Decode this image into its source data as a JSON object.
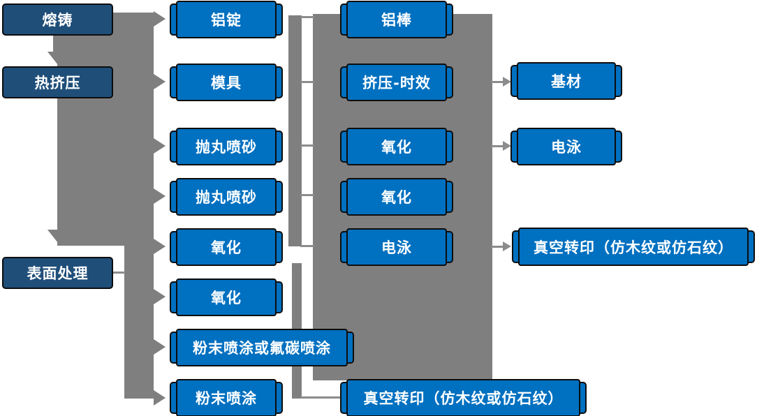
{
  "diagram": {
    "type": "flowchart",
    "subject": "aluminum-profile-production-process",
    "colors": {
      "stage_box": "#1F4E79",
      "process_box": "#0070C0",
      "connector": "#7F7F7F",
      "box_border": "#0D0D0D",
      "text": "#FFFFFF",
      "background": "#FFFFFF"
    },
    "nodes": {
      "melt_cast": "熔铸",
      "hot_extrusion": "热挤压",
      "surface_treatment": "表面处理",
      "al_ingot": "铝锭",
      "mold": "模具",
      "shot_blast_1": "抛丸喷砂",
      "shot_blast_2": "抛丸喷砂",
      "oxidation_1": "氧化",
      "oxidation_2": "氧化",
      "powder_or_fluorocarbon": "粉末喷涂或氟碳喷涂",
      "powder_coating": "粉末喷涂",
      "al_rod": "铝棒",
      "extrusion_aging": "挤压-时效",
      "oxidation_3": "氧化",
      "oxidation_4": "氧化",
      "electrophoresis_1": "电泳",
      "vacuum_transfer_1": "真空转印（仿木纹或仿石纹）",
      "base_material": "基材",
      "electrophoresis_2": "电泳",
      "vacuum_transfer_2": "真空转印（仿木纹或仿石纹）"
    }
  }
}
